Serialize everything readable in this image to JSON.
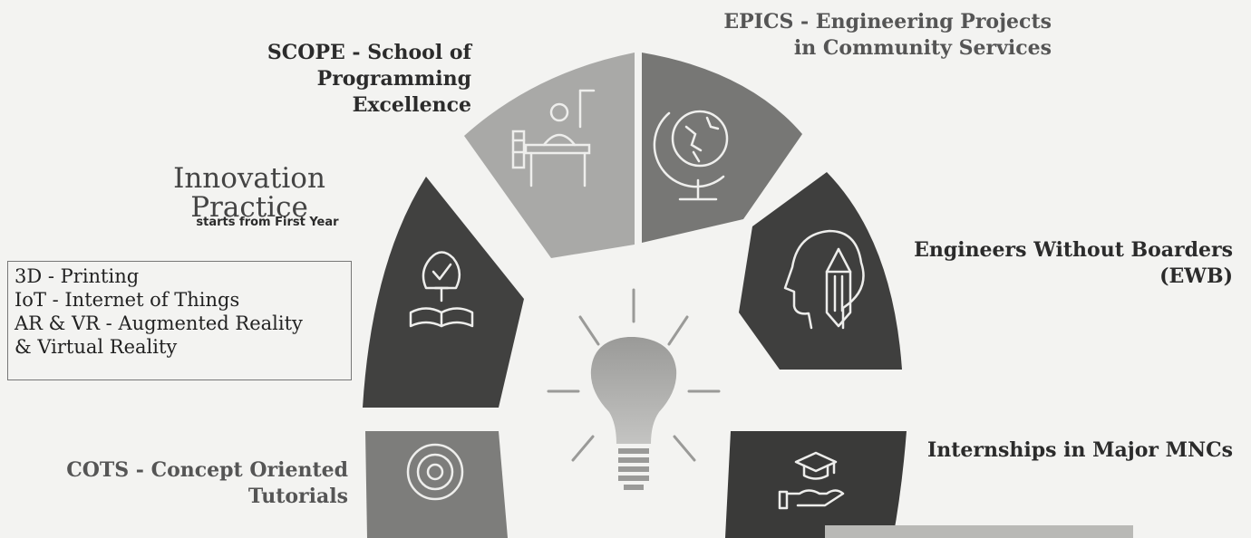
{
  "title": {
    "line1": "Innovation",
    "line2": "Practice",
    "subtitle": "starts from First Year"
  },
  "practice_items": [
    "3D - Printing",
    "IoT - Internet of Things",
    "AR & VR - Augmented Reality",
    "& Virtual Reality"
  ],
  "segments": {
    "scope": {
      "line1": "SCOPE - School of Programming",
      "line2": "Excellence",
      "icon": "person-at-desk-icon",
      "color": "#a9a9a7"
    },
    "epics": {
      "line1": "EPICS - Engineering Projects",
      "line2": "in Community Services",
      "icon": "globe-icon",
      "color": "#777775"
    },
    "ewb": {
      "line1": "Engineers Without Boarders",
      "line2": "(EWB)",
      "icon": "head-pencil-icon",
      "color": "#3f3f3e"
    },
    "internships": {
      "line1": "Internships in Major MNCs",
      "icon": "graduation-hand-icon",
      "color": "#3a3a39"
    },
    "cots": {
      "line1": "COTS - Concept Oriented",
      "line2": "Tutorials",
      "icon": "target-icon",
      "color": "#7d7d7b"
    },
    "innovation": {
      "icon": "lightbulb-book-icon",
      "color": "#414140"
    }
  },
  "center_icon": "lightbulb-icon"
}
